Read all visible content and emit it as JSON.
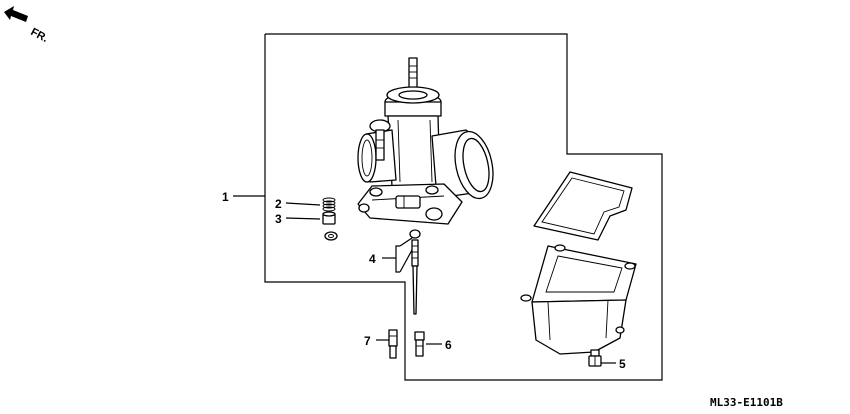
{
  "direction_marker": {
    "text": "FR.",
    "icon": "front-direction-arrow-icon"
  },
  "drawing_code": "ML33-E1101B",
  "callouts": [
    {
      "id": "1",
      "part": "carburetor-assembly"
    },
    {
      "id": "2",
      "part": "spring"
    },
    {
      "id": "3",
      "part": "nut-and-washer"
    },
    {
      "id": "4",
      "part": "jet-needle-set"
    },
    {
      "id": "5",
      "part": "drain-screw"
    },
    {
      "id": "6",
      "part": "main-jet"
    },
    {
      "id": "7",
      "part": "needle-jet-holder"
    }
  ]
}
